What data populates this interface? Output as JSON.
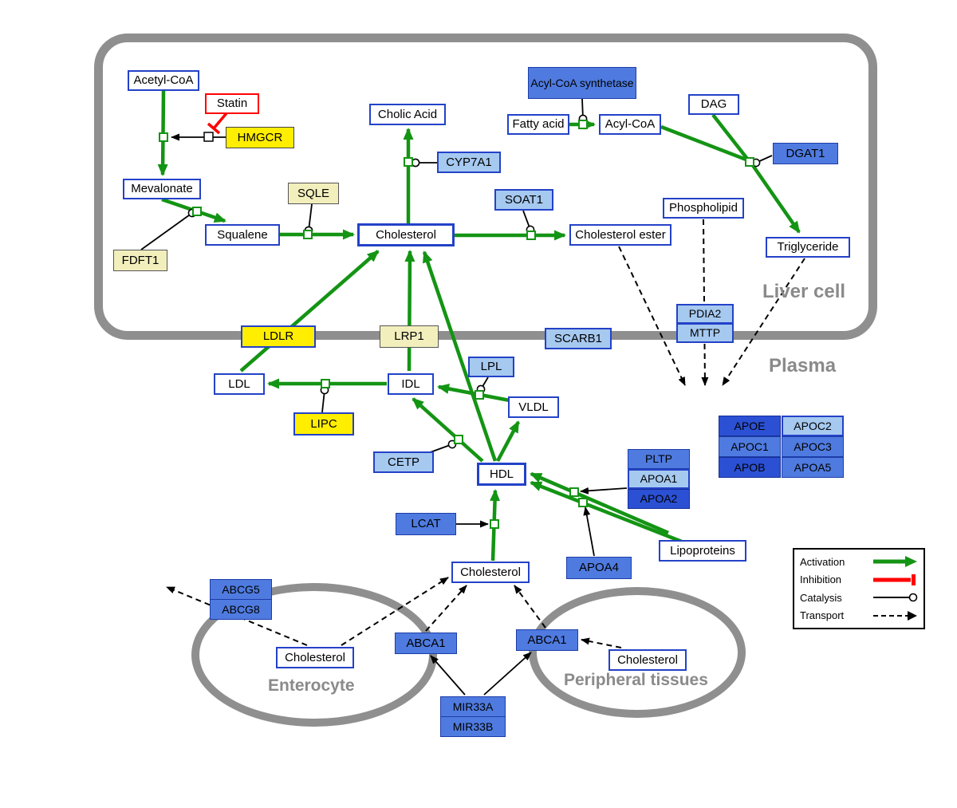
{
  "regions": {
    "liver_cell": "Liver cell",
    "plasma": "Plasma",
    "enterocyte": "Enterocyte",
    "peripheral": "Peripheral tissues"
  },
  "nodes": {
    "acetyl_coa": "Acetyl-CoA",
    "statin": "Statin",
    "hmgcr": "HMGCR",
    "mevalonate": "Mevalonate",
    "cholic_acid": "Cholic Acid",
    "cyp7a1": "CYP7A1",
    "sqle": "SQLE",
    "squalene": "Squalene",
    "fdft1": "FDFT1",
    "cholesterol_liver": "Cholesterol",
    "soat1": "SOAT1",
    "cholesterol_ester": "Cholesterol ester",
    "acyl_coa_synthetase": "Acyl-CoA synthetase",
    "fatty_acid": "Fatty acid",
    "acyl_coa": "Acyl-CoA",
    "dag": "DAG",
    "dgat1": "DGAT1",
    "phospholipid": "Phospholipid",
    "triglyceride": "Triglyceride",
    "ldlr": "LDLR",
    "lrp1": "LRP1",
    "scarb1": "SCARB1",
    "pdia2": "PDIA2",
    "mttp": "MTTP",
    "ldl": "LDL",
    "idl": "IDL",
    "lpl": "LPL",
    "vldl": "VLDL",
    "lipc": "LIPC",
    "cetp": "CETP",
    "hdl": "HDL",
    "pltp": "PLTP",
    "apoa1": "APOA1",
    "apoa2": "APOA2",
    "lcat": "LCAT",
    "apoa4": "APOA4",
    "lipoproteins": "Lipoproteins",
    "apoe": "APOE",
    "apoc2": "APOC2",
    "apoc1": "APOC1",
    "apoc3": "APOC3",
    "apob": "APOB",
    "apoa5": "APOA5",
    "cholesterol_plasma": "Cholesterol",
    "abcg5": "ABCG5",
    "abcg8": "ABCG8",
    "cholesterol_enterocyte": "Cholesterol",
    "abca1_enterocyte": "ABCA1",
    "abca1_peripheral": "ABCA1",
    "cholesterol_peripheral": "Cholesterol",
    "mir33a": "MIR33A",
    "mir33b": "MIR33B"
  },
  "legend": {
    "activation": "Activation",
    "inhibition": "Inhibition",
    "catalysis": "Catalysis",
    "transport": "Transport"
  },
  "colors": {
    "activation_green": "#149414",
    "inhibition_red": "#ff0000",
    "membrane_gray": "#8f8f8f",
    "node_border_blue": "#2342c8",
    "yellow": "#ffee00",
    "pale_yellow": "#f2efbd",
    "light_blue": "#a6c9f0",
    "mid_blue": "#4f7be0",
    "dark_blue": "#2b50d4"
  }
}
